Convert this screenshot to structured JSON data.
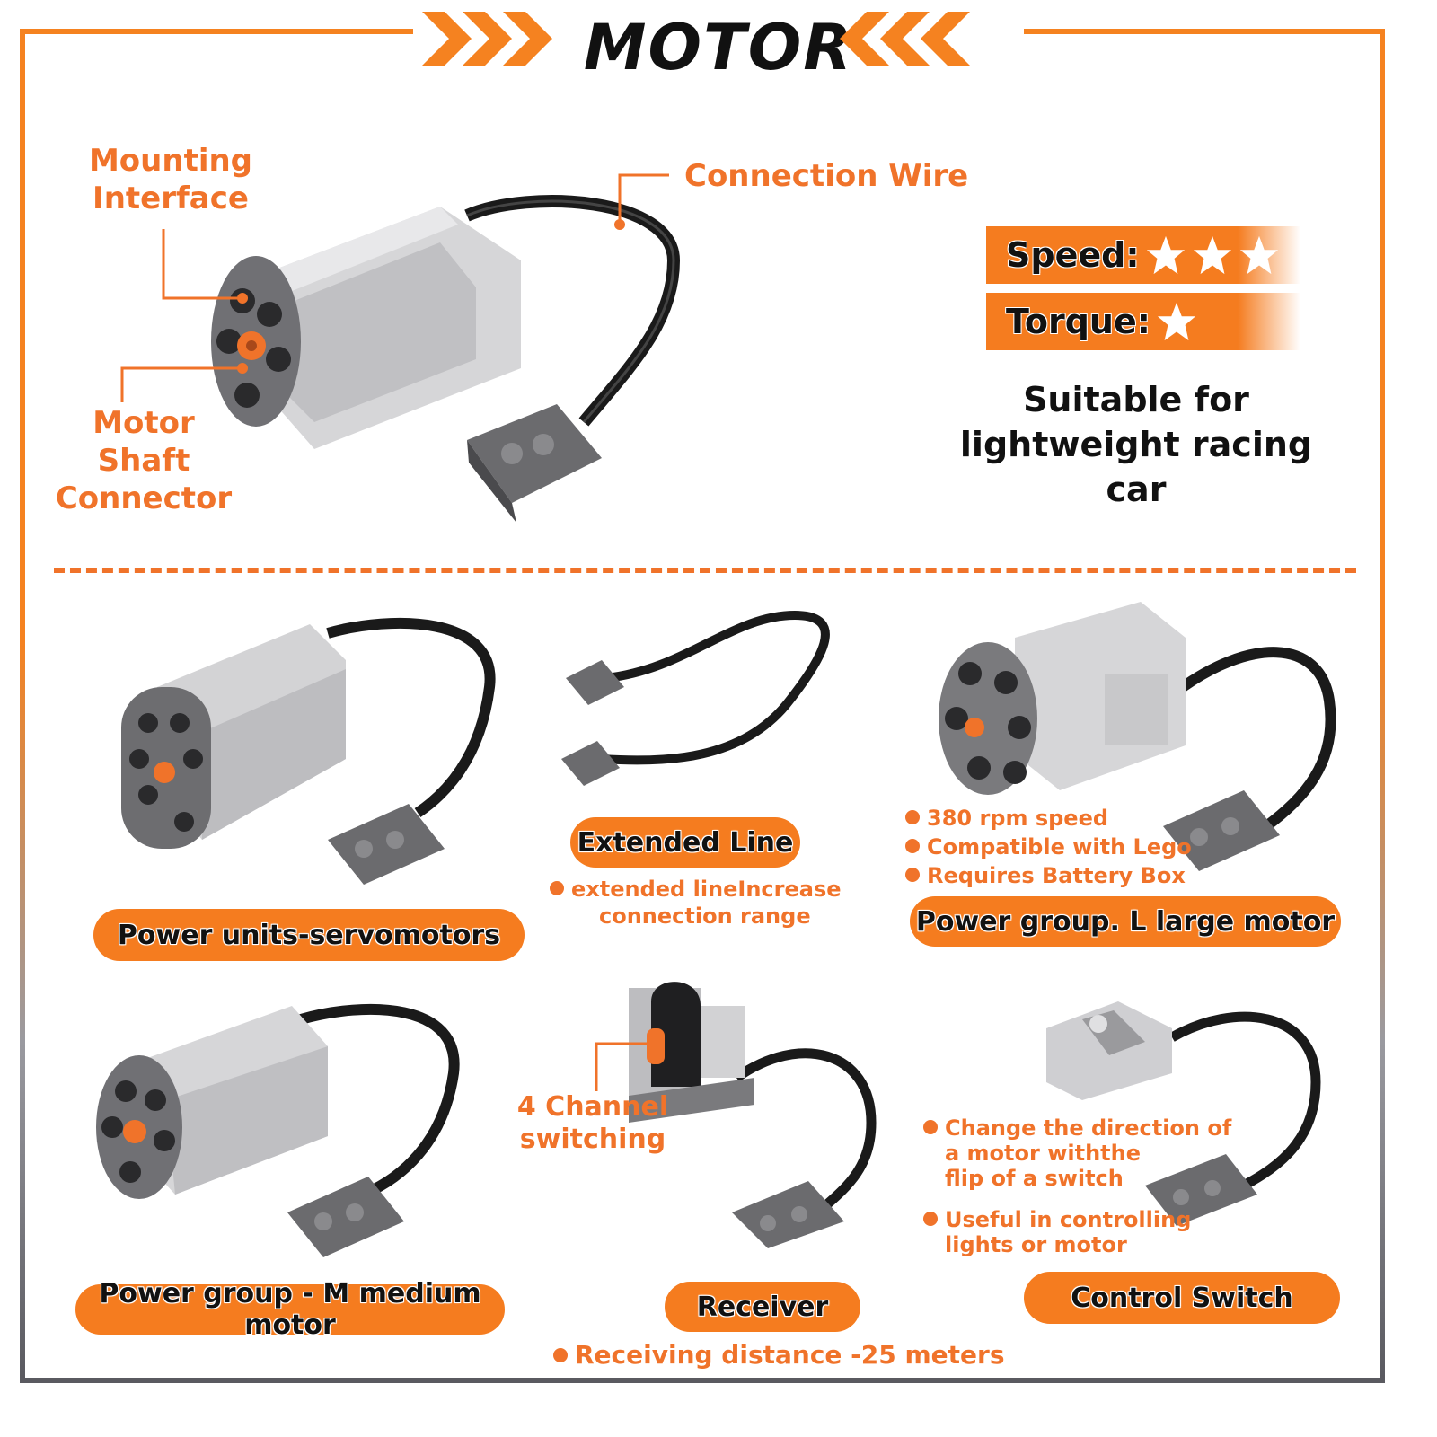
{
  "header": {
    "title": "MOTOR"
  },
  "hero": {
    "callouts": {
      "mounting_interface": [
        "Mounting",
        "Interface"
      ],
      "connection_wire": "Connection Wire",
      "motor_shaft_connector": [
        "Motor Shaft",
        "Connector"
      ]
    },
    "ratings": [
      {
        "label": "Speed:",
        "stars": 3
      },
      {
        "label": "Torque:",
        "stars": 1
      }
    ],
    "suitable": [
      "Suitable for",
      "lightweight racing car"
    ]
  },
  "products": {
    "servo": {
      "label": "Power units-servomotors"
    },
    "extended": {
      "label": "Extended Line",
      "notes": [
        "extended lineIncrease",
        "connection range"
      ]
    },
    "large": {
      "label": "Power group. L large motor",
      "bullets": [
        "380 rpm speed",
        "Compatible with Lego",
        "Requires Battery Box"
      ]
    },
    "medium": {
      "label": "Power group - M medium motor"
    },
    "receiver": {
      "label": "Receiver",
      "callout": [
        "4 Channel",
        "switching"
      ],
      "note": "Receiving distance -25 meters"
    },
    "switch": {
      "label": "Control Switch",
      "bullets": [
        [
          "Change the direction of",
          "a motor withthe",
          "flip of a switch"
        ],
        [
          "Useful in controlling",
          "lights or motor"
        ]
      ]
    }
  },
  "colors": {
    "accent": "#f57c1f",
    "text": "#111111",
    "frame_bottom": "#5a5a60"
  }
}
